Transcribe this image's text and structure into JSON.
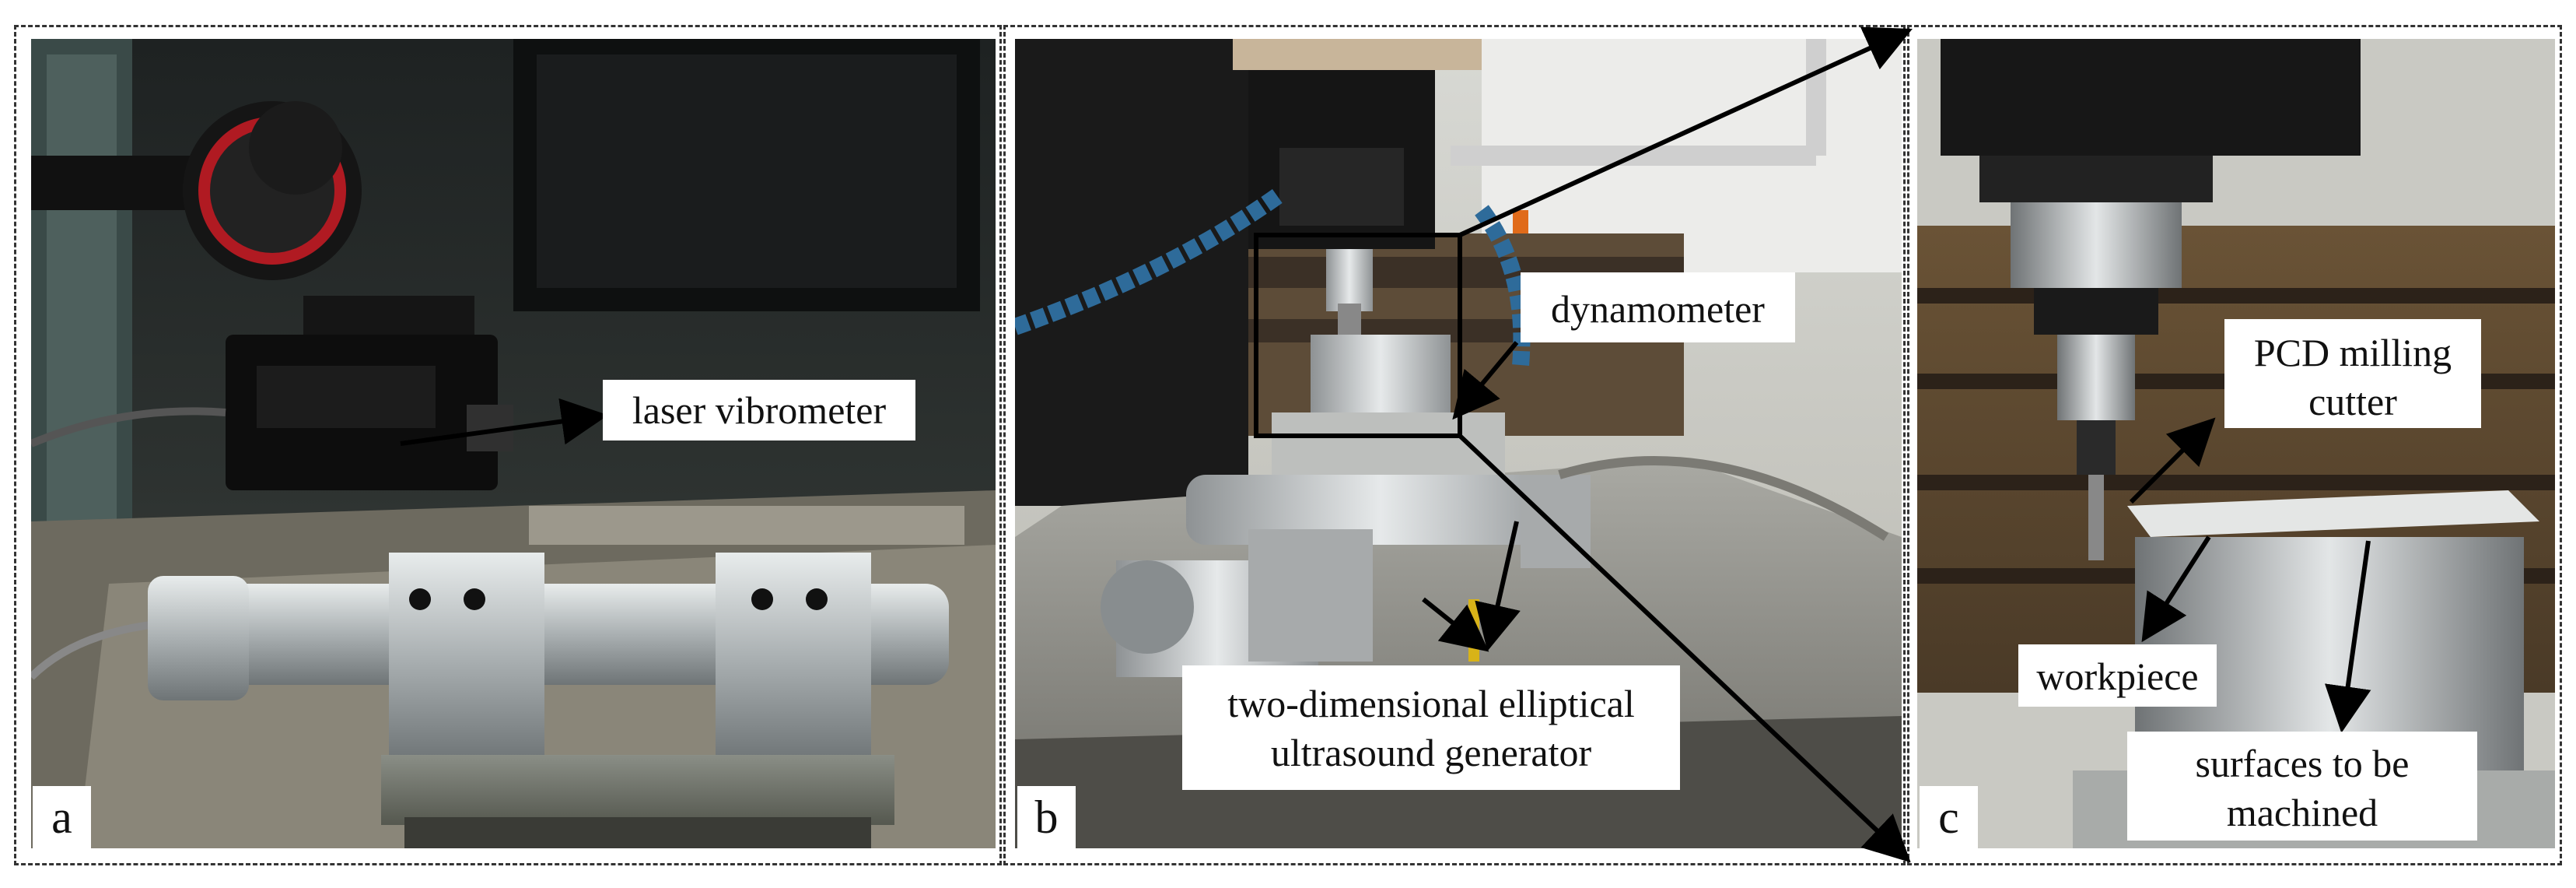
{
  "panels": {
    "a": {
      "letter": "a",
      "labels": {
        "laser_vibrometer": "laser vibrometer"
      }
    },
    "b": {
      "letter": "b",
      "labels": {
        "dynamometer": "dynamometer",
        "generator_line1": "two-dimensional elliptical",
        "generator_line2": "ultrasound generator"
      }
    },
    "c": {
      "letter": "c",
      "labels": {
        "pcd_line1": "PCD milling",
        "pcd_line2": "cutter",
        "workpiece": "workpiece",
        "surfaces_line1": "surfaces to be",
        "surfaces_line2": "machined"
      }
    }
  },
  "colors": {
    "frame": "#333333",
    "label_bg": "#ffffff",
    "arrow": "#000000"
  }
}
